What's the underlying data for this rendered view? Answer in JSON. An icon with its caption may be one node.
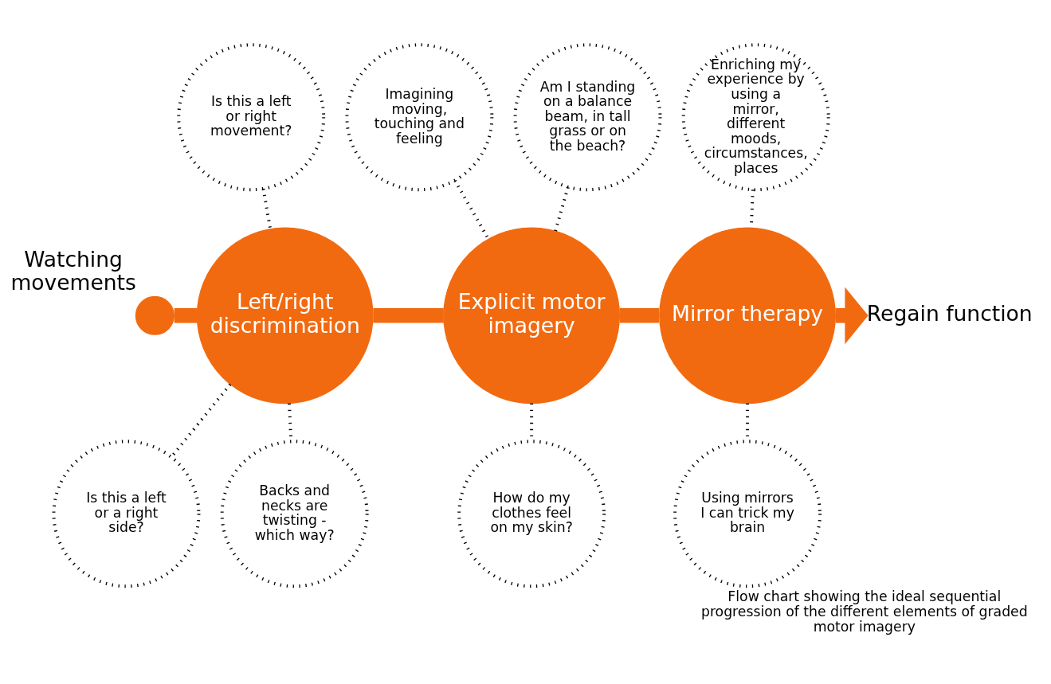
{
  "diagram": {
    "caption": "Flow chart showing the ideal sequential progression of the different elements of graded motor imagery",
    "nodes": [
      {
        "text": [],
        "shape": "circle",
        "beside": [
          "Watching movements"
        ]
      },
      {
        "text": [
          "Left/right discrimination"
        ]
      },
      {
        "text": [
          "Explicit motor imagery"
        ]
      },
      {
        "text": [
          "Mirror therapy"
        ]
      },
      {
        "text": [
          "Regain function"
        ]
      },
      {
        "text": [
          "Is this a left or right movement?"
        ]
      },
      {
        "text": [
          "Is this a left or a right side?"
        ]
      },
      {
        "text": [
          "Backs and necks are twisting - which way?"
        ]
      },
      {
        "text": [
          "Imagining moving, touching and feeling"
        ]
      },
      {
        "text": [
          "Am I standing on a balance beam, in tall grass or on the beach?"
        ]
      },
      {
        "text": [
          "How do my clothes feel on my skin?"
        ]
      },
      {
        "text": [
          "Enriching my experience by using a mirror, different moods, circumstances, places"
        ]
      },
      {
        "text": [
          "Using mirrors I can trick my brain"
        ]
      }
    ],
    "edges": [
      {
        "from": 0,
        "to": 1,
        "arrow": "none",
        "style": "thick",
        "color": "#f26a10"
      },
      {
        "from": 1,
        "to": 2,
        "arrow": "none",
        "style": "thick",
        "color": "#f26a10"
      },
      {
        "from": 2,
        "to": 3,
        "arrow": "none",
        "style": "thick",
        "color": "#f26a10"
      },
      {
        "from": 3,
        "to": 4,
        "arrow": "to",
        "style": "thick",
        "color": "#f26a10"
      },
      {
        "from": 5,
        "to": 1,
        "arrow": "none",
        "style": "dashed"
      },
      {
        "from": 6,
        "to": 1,
        "arrow": "none",
        "style": "dashed"
      },
      {
        "from": 7,
        "to": 1,
        "arrow": "none",
        "style": "dashed"
      },
      {
        "from": 8,
        "to": 2,
        "arrow": "none",
        "style": "dashed"
      },
      {
        "from": 9,
        "to": 2,
        "arrow": "none",
        "style": "dashed"
      },
      {
        "from": 10,
        "to": 2,
        "arrow": "none",
        "style": "dashed"
      },
      {
        "from": 11,
        "to": 3,
        "arrow": "none",
        "style": "dashed"
      },
      {
        "from": 12,
        "to": 3,
        "arrow": "none",
        "style": "dashed"
      }
    ]
  }
}
